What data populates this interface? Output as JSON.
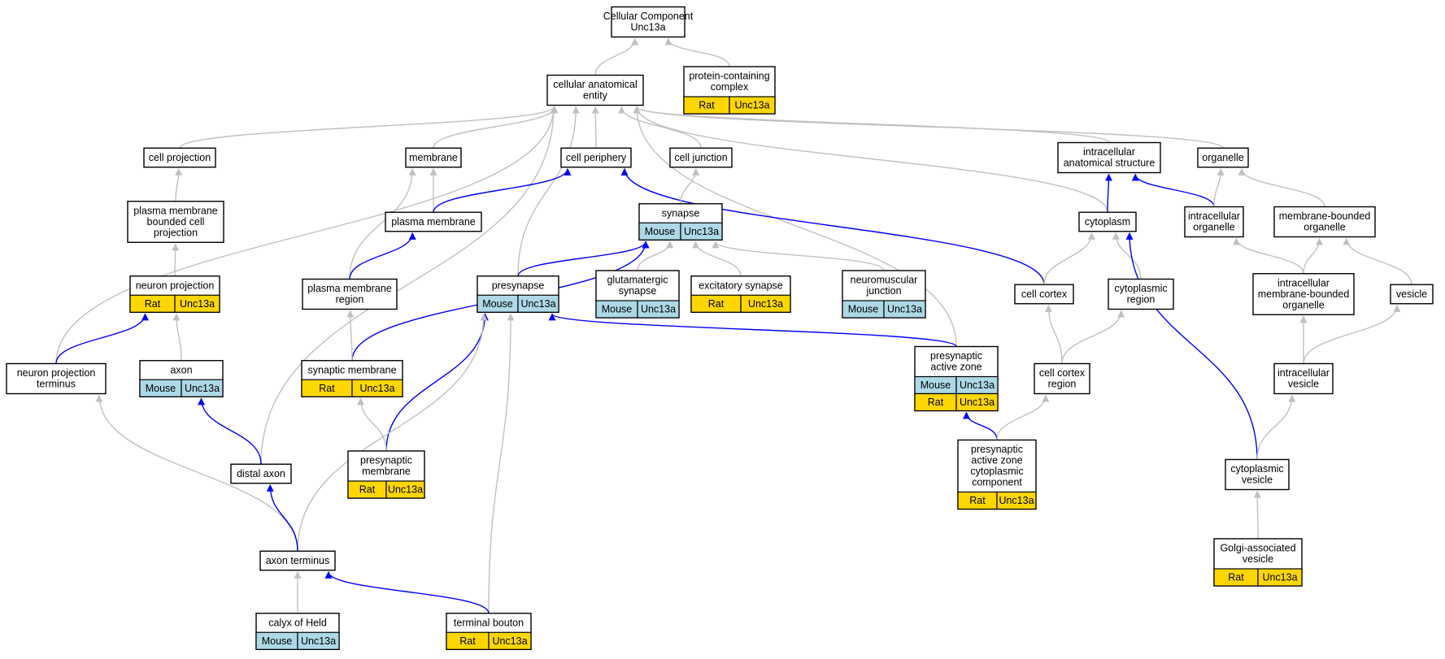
{
  "colors": {
    "rat": "#ffd700",
    "mouse": "#add8e6",
    "edge_blue": "#0000ff",
    "edge_gray": "#c0c0c0",
    "border": "#000000"
  },
  "nodes": [
    {
      "id": "root",
      "lines": [
        "Cellular Component",
        "Unc13a"
      ],
      "rows": []
    },
    {
      "id": "pcc",
      "lines": [
        "protein-containing",
        "complex"
      ],
      "rows": [
        {
          "species": "Rat",
          "gene": "Unc13a"
        }
      ]
    },
    {
      "id": "cae",
      "lines": [
        "cellular anatomical",
        "entity"
      ],
      "rows": []
    },
    {
      "id": "cellproj",
      "lines": [
        "cell projection"
      ],
      "rows": []
    },
    {
      "id": "membrane",
      "lines": [
        "membrane"
      ],
      "rows": []
    },
    {
      "id": "cellper",
      "lines": [
        "cell periphery"
      ],
      "rows": []
    },
    {
      "id": "celljunc",
      "lines": [
        "cell junction"
      ],
      "rows": []
    },
    {
      "id": "ias",
      "lines": [
        "intracellular",
        "anatomical structure"
      ],
      "rows": []
    },
    {
      "id": "organelle",
      "lines": [
        "organelle"
      ],
      "rows": []
    },
    {
      "id": "pmbcp",
      "lines": [
        "plasma membrane",
        "bounded cell",
        "projection"
      ],
      "rows": []
    },
    {
      "id": "pm",
      "lines": [
        "plasma membrane"
      ],
      "rows": []
    },
    {
      "id": "synapse",
      "lines": [
        "synapse"
      ],
      "rows": [
        {
          "species": "Mouse",
          "gene": "Unc13a"
        }
      ]
    },
    {
      "id": "cytoplasm",
      "lines": [
        "cytoplasm"
      ],
      "rows": []
    },
    {
      "id": "intorg",
      "lines": [
        "intracellular",
        "organelle"
      ],
      "rows": []
    },
    {
      "id": "mbo",
      "lines": [
        "membrane-bounded",
        "organelle"
      ],
      "rows": []
    },
    {
      "id": "neuproj",
      "lines": [
        "neuron projection"
      ],
      "rows": [
        {
          "species": "Rat",
          "gene": "Unc13a"
        }
      ]
    },
    {
      "id": "pmr",
      "lines": [
        "plasma membrane",
        "region"
      ],
      "rows": []
    },
    {
      "id": "presyn",
      "lines": [
        "presynapse"
      ],
      "rows": [
        {
          "species": "Mouse",
          "gene": "Unc13a"
        }
      ]
    },
    {
      "id": "glut",
      "lines": [
        "glutamatergic",
        "synapse"
      ],
      "rows": [
        {
          "species": "Mouse",
          "gene": "Unc13a"
        }
      ]
    },
    {
      "id": "excit",
      "lines": [
        "excitatory synapse"
      ],
      "rows": [
        {
          "species": "Rat",
          "gene": "Unc13a"
        }
      ]
    },
    {
      "id": "nmj",
      "lines": [
        "neuromuscular",
        "junction"
      ],
      "rows": [
        {
          "species": "Mouse",
          "gene": "Unc13a"
        }
      ]
    },
    {
      "id": "cellcortex",
      "lines": [
        "cell cortex"
      ],
      "rows": []
    },
    {
      "id": "cytreg",
      "lines": [
        "cytoplasmic",
        "region"
      ],
      "rows": []
    },
    {
      "id": "imbo",
      "lines": [
        "intracellular",
        "membrane-bounded",
        "organelle"
      ],
      "rows": []
    },
    {
      "id": "vesicle",
      "lines": [
        "vesicle"
      ],
      "rows": []
    },
    {
      "id": "npt",
      "lines": [
        "neuron projection",
        "terminus"
      ],
      "rows": []
    },
    {
      "id": "axon",
      "lines": [
        "axon"
      ],
      "rows": [
        {
          "species": "Mouse",
          "gene": "Unc13a"
        }
      ]
    },
    {
      "id": "synmem",
      "lines": [
        "synaptic membrane"
      ],
      "rows": [
        {
          "species": "Rat",
          "gene": "Unc13a"
        }
      ]
    },
    {
      "id": "paz",
      "lines": [
        "presynaptic",
        "active zone"
      ],
      "rows": [
        {
          "species": "Mouse",
          "gene": "Unc13a"
        },
        {
          "species": "Rat",
          "gene": "Unc13a"
        }
      ]
    },
    {
      "id": "ccr",
      "lines": [
        "cell cortex",
        "region"
      ],
      "rows": []
    },
    {
      "id": "intves",
      "lines": [
        "intracellular",
        "vesicle"
      ],
      "rows": []
    },
    {
      "id": "presynmem",
      "lines": [
        "presynaptic",
        "membrane"
      ],
      "rows": [
        {
          "species": "Rat",
          "gene": "Unc13a"
        }
      ]
    },
    {
      "id": "distaxon",
      "lines": [
        "distal axon"
      ],
      "rows": []
    },
    {
      "id": "pazcc",
      "lines": [
        "presynaptic",
        "active zone",
        "cytoplasmic",
        "component"
      ],
      "rows": [
        {
          "species": "Rat",
          "gene": "Unc13a"
        }
      ]
    },
    {
      "id": "cytves",
      "lines": [
        "cytoplasmic",
        "vesicle"
      ],
      "rows": []
    },
    {
      "id": "axterm",
      "lines": [
        "axon terminus"
      ],
      "rows": []
    },
    {
      "id": "golgi",
      "lines": [
        "Golgi-associated",
        "vesicle"
      ],
      "rows": [
        {
          "species": "Rat",
          "gene": "Unc13a"
        }
      ]
    },
    {
      "id": "calyx",
      "lines": [
        "calyx of Held"
      ],
      "rows": [
        {
          "species": "Mouse",
          "gene": "Unc13a"
        }
      ]
    },
    {
      "id": "termbouton",
      "lines": [
        "terminal bouton"
      ],
      "rows": [
        {
          "species": "Rat",
          "gene": "Unc13a"
        }
      ]
    }
  ],
  "edges": [
    {
      "from": "cae",
      "to": "root",
      "kind": "gray"
    },
    {
      "from": "pcc",
      "to": "root",
      "kind": "gray"
    },
    {
      "from": "cellproj",
      "to": "cae",
      "kind": "gray"
    },
    {
      "from": "membrane",
      "to": "cae",
      "kind": "gray"
    },
    {
      "from": "cellper",
      "to": "cae",
      "kind": "gray"
    },
    {
      "from": "celljunc",
      "to": "cae",
      "kind": "gray"
    },
    {
      "from": "ias",
      "to": "cae",
      "kind": "gray"
    },
    {
      "from": "organelle",
      "to": "cae",
      "kind": "gray"
    },
    {
      "from": "npt",
      "to": "cae",
      "kind": "gray"
    },
    {
      "from": "distaxon",
      "to": "cae",
      "kind": "gray"
    },
    {
      "from": "presyn",
      "to": "cae",
      "kind": "gray"
    },
    {
      "from": "cytoplasm",
      "to": "cae",
      "kind": "gray"
    },
    {
      "from": "paz",
      "to": "cae",
      "kind": "gray"
    },
    {
      "from": "pmbcp",
      "to": "cellproj",
      "kind": "gray"
    },
    {
      "from": "neuproj",
      "to": "pmbcp",
      "kind": "gray"
    },
    {
      "from": "pm",
      "to": "membrane",
      "kind": "gray"
    },
    {
      "from": "pmr",
      "to": "membrane",
      "kind": "gray"
    },
    {
      "from": "pm",
      "to": "cellper",
      "kind": "blue"
    },
    {
      "from": "cellcortex",
      "to": "cellper",
      "kind": "blue"
    },
    {
      "from": "synapse",
      "to": "celljunc",
      "kind": "gray"
    },
    {
      "from": "cytoplasm",
      "to": "ias",
      "kind": "blue"
    },
    {
      "from": "intorg",
      "to": "ias",
      "kind": "blue"
    },
    {
      "from": "intorg",
      "to": "organelle",
      "kind": "gray"
    },
    {
      "from": "mbo",
      "to": "organelle",
      "kind": "gray"
    },
    {
      "from": "pmr",
      "to": "pm",
      "kind": "blue"
    },
    {
      "from": "synmem",
      "to": "synapse",
      "kind": "blue"
    },
    {
      "from": "presyn",
      "to": "synapse",
      "kind": "blue"
    },
    {
      "from": "glut",
      "to": "synapse",
      "kind": "gray"
    },
    {
      "from": "excit",
      "to": "synapse",
      "kind": "gray"
    },
    {
      "from": "nmj",
      "to": "synapse",
      "kind": "gray"
    },
    {
      "from": "cellcortex",
      "to": "cytoplasm",
      "kind": "gray"
    },
    {
      "from": "cytreg",
      "to": "cytoplasm",
      "kind": "gray"
    },
    {
      "from": "cytves",
      "to": "cytoplasm",
      "kind": "blue"
    },
    {
      "from": "imbo",
      "to": "intorg",
      "kind": "gray"
    },
    {
      "from": "imbo",
      "to": "mbo",
      "kind": "gray"
    },
    {
      "from": "vesicle",
      "to": "mbo",
      "kind": "gray"
    },
    {
      "from": "npt",
      "to": "neuproj",
      "kind": "blue"
    },
    {
      "from": "axon",
      "to": "neuproj",
      "kind": "gray"
    },
    {
      "from": "synmem",
      "to": "pmr",
      "kind": "gray"
    },
    {
      "from": "presynmem",
      "to": "presyn",
      "kind": "blue"
    },
    {
      "from": "paz",
      "to": "presyn",
      "kind": "blue"
    },
    {
      "from": "axterm",
      "to": "presyn",
      "kind": "gray"
    },
    {
      "from": "termbouton",
      "to": "presyn",
      "kind": "gray"
    },
    {
      "from": "ccr",
      "to": "cellcortex",
      "kind": "gray"
    },
    {
      "from": "ccr",
      "to": "cytreg",
      "kind": "gray"
    },
    {
      "from": "intves",
      "to": "imbo",
      "kind": "gray"
    },
    {
      "from": "intves",
      "to": "vesicle",
      "kind": "gray"
    },
    {
      "from": "axterm",
      "to": "npt",
      "kind": "gray"
    },
    {
      "from": "distaxon",
      "to": "axon",
      "kind": "blue"
    },
    {
      "from": "presynmem",
      "to": "synmem",
      "kind": "gray"
    },
    {
      "from": "pazcc",
      "to": "paz",
      "kind": "blue"
    },
    {
      "from": "pazcc",
      "to": "ccr",
      "kind": "gray"
    },
    {
      "from": "cytves",
      "to": "intves",
      "kind": "gray"
    },
    {
      "from": "axterm",
      "to": "distaxon",
      "kind": "blue"
    },
    {
      "from": "golgi",
      "to": "cytves",
      "kind": "gray"
    },
    {
      "from": "calyx",
      "to": "axterm",
      "kind": "gray"
    },
    {
      "from": "termbouton",
      "to": "axterm",
      "kind": "blue"
    }
  ]
}
